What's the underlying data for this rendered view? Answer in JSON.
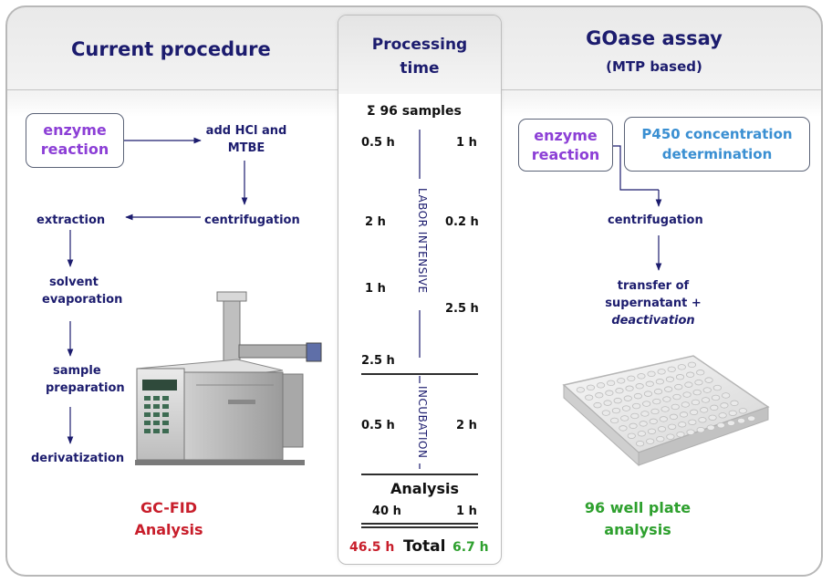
{
  "left": {
    "title": "Current procedure",
    "enzyme_box": [
      "enzyme",
      "reaction"
    ],
    "steps": {
      "add_hcl": [
        "add HCl and",
        "MTBE"
      ],
      "centrifugation": "centrifugation",
      "extraction": "extraction",
      "solvent_evaporation": [
        "solvent",
        "evaporation"
      ],
      "sample_preparation": [
        "sample",
        "preparation"
      ],
      "derivatization": "derivatization"
    },
    "footer": [
      "GC-FID",
      "Analysis"
    ]
  },
  "middle": {
    "title": [
      "Processing",
      "time"
    ],
    "samples": "Σ 96 samples",
    "times_left": [
      "0.5 h",
      "2 h",
      "1 h",
      "2.5 h",
      "0.5 h"
    ],
    "times_right": [
      "1 h",
      "0.2 h",
      "2.5 h",
      "2 h"
    ],
    "labor_label": "LABOR INTENSIVE",
    "incubation_label": "INCUBATION",
    "analysis_label": "Analysis",
    "analysis_left": "40 h",
    "analysis_right": "1 h",
    "total_left": "46.5 h",
    "total_label": "Total",
    "total_right": "6.7 h"
  },
  "right": {
    "title": "GOase assay",
    "subtitle": "(MTP based)",
    "enzyme_box": [
      "enzyme",
      "reaction"
    ],
    "p450_box": [
      "P450 concentration",
      "determination"
    ],
    "centrifugation": "centrifugation",
    "transfer": [
      "transfer of",
      "supernatant +",
      "deactivation"
    ],
    "footer": [
      "96 well plate",
      "analysis"
    ]
  },
  "colors": {
    "navy": "#1c1c6e",
    "purple": "#8c3fd6",
    "blue": "#3a8fd2",
    "red": "#c81e2b",
    "green": "#2ea02e"
  },
  "icons": [
    "gc-fid-instrument-illustration",
    "96-well-plate-illustration"
  ]
}
